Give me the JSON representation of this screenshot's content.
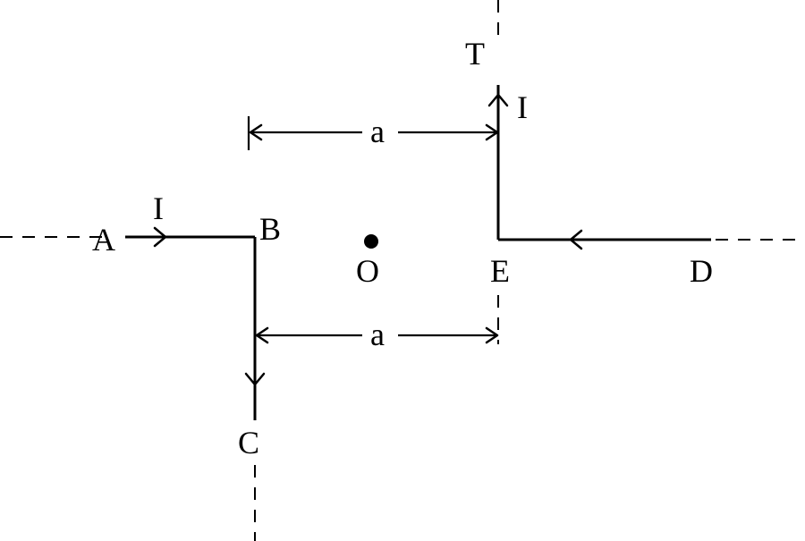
{
  "labels": {
    "A": "A",
    "B": "B",
    "C": "C",
    "D": "D",
    "E": "E",
    "O": "O",
    "T": "T",
    "I_left": "I",
    "I_right": "I",
    "a_top": "a",
    "a_bottom": "a"
  },
  "colors": {
    "ink": "#000000",
    "background": "#ffffff"
  }
}
